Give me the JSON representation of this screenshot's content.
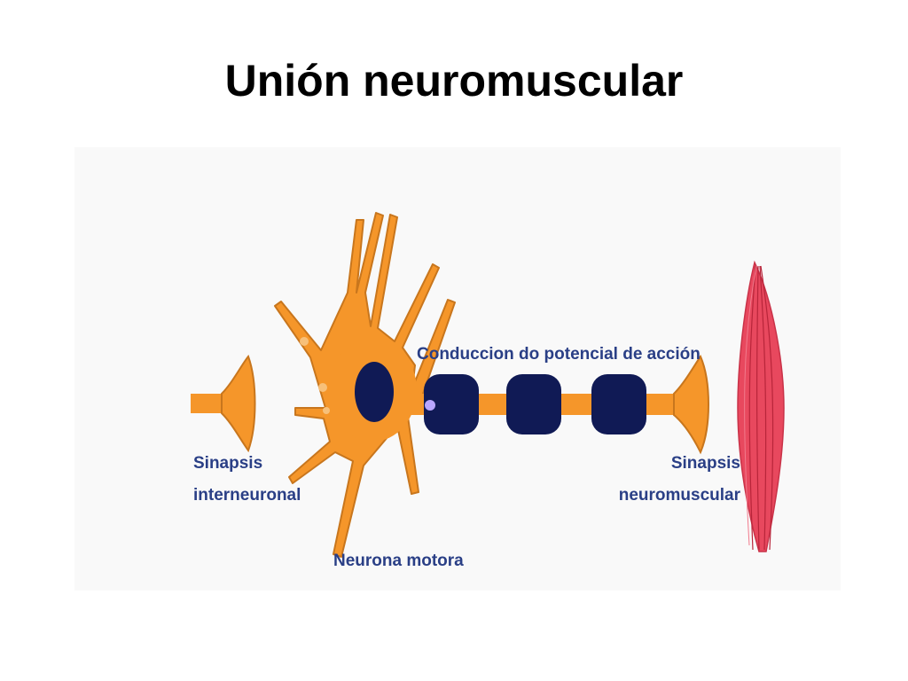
{
  "title": "Unión neuromuscular",
  "labels": {
    "conduction": "Conduccion do potencial de acción",
    "interneuronal_1": "Sinapsis",
    "interneuronal_2": "interneuronal",
    "neuromuscular_1": "Sinapsis",
    "neuromuscular_2": "neuromuscular",
    "motor_neuron": "Neurona motora"
  },
  "colors": {
    "neuron": "#f5962a",
    "neuron_outline": "#c8761d",
    "nucleus": "#101a55",
    "myelin": "#101a55",
    "muscle": "#e8485e",
    "muscle_fiber": "#b8253a",
    "label": "#2a3f86"
  }
}
